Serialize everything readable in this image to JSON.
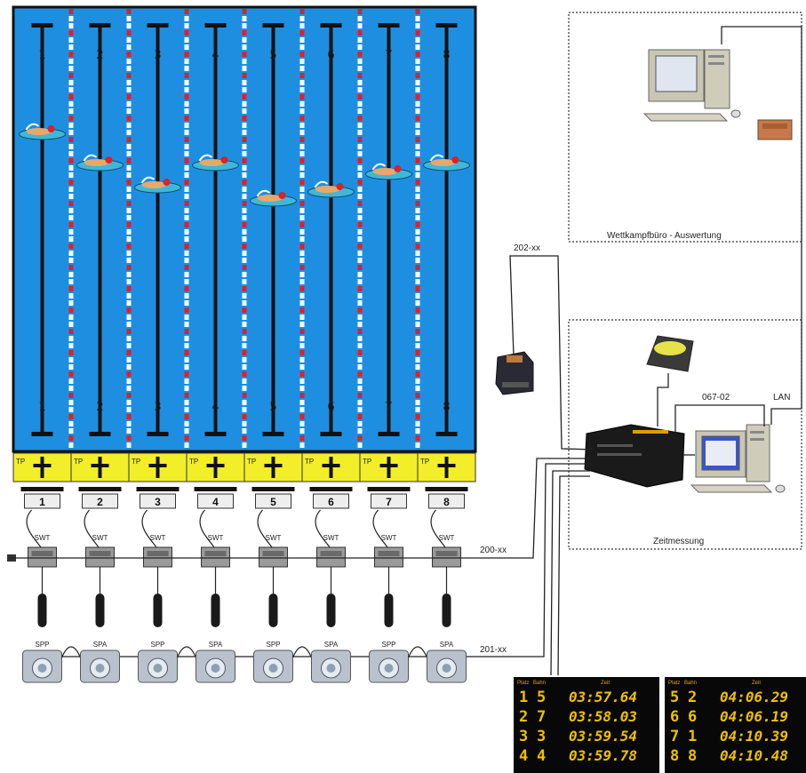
{
  "pool": {
    "lane_numbers_top": [
      "1",
      "2",
      "3",
      "4",
      "5",
      "6",
      "7",
      "8"
    ],
    "lane_numbers_bottom": [
      "1",
      "2",
      "3",
      "4",
      "5",
      "6",
      "7",
      "8"
    ],
    "tp_label": "TP",
    "plate_numbers": [
      "1",
      "2",
      "3",
      "4",
      "5",
      "6",
      "7",
      "8"
    ],
    "swimmer_positions": [
      0.28,
      0.35,
      0.4,
      0.35,
      0.43,
      0.41,
      0.37,
      0.35
    ]
  },
  "swt_label": "SWT",
  "spp_labels": [
    "SPP",
    "SPA",
    "SPP",
    "SPA",
    "SPP",
    "SPA",
    "SPP",
    "SPA"
  ],
  "cables": {
    "c200": "200-xx",
    "c201": "201-xx",
    "c202": "202-xx",
    "c067": "067-02",
    "lan": "LAN"
  },
  "rooms": {
    "office": "Wettkampfbüro - Auswertung",
    "timing": "Zeitmessung"
  },
  "scoreboard": {
    "left_headers": [
      "Platz",
      "Bahn",
      "Zeit"
    ],
    "right_headers": [
      "Platz",
      "Bahn",
      "Zeit"
    ],
    "left_rows": [
      {
        "place": "1",
        "lane": "5",
        "time": "03:57.64"
      },
      {
        "place": "2",
        "lane": "7",
        "time": "03:58.03"
      },
      {
        "place": "3",
        "lane": "3",
        "time": "03:59.54"
      },
      {
        "place": "4",
        "lane": "4",
        "time": "03:59.78"
      }
    ],
    "right_rows": [
      {
        "place": "5",
        "lane": "2",
        "time": "04:06.29"
      },
      {
        "place": "6",
        "lane": "6",
        "time": "04:06.19"
      },
      {
        "place": "7",
        "lane": "1",
        "time": "04:10.39"
      },
      {
        "place": "8",
        "lane": "8",
        "time": "04:10.48"
      }
    ]
  },
  "colors": {
    "water": "#1e8fe0",
    "touchpad_strip": "#f2ee2a",
    "lane_rope_red": "#d8232a",
    "scoreboard_bg": "#080808",
    "led": "#f0c000"
  }
}
